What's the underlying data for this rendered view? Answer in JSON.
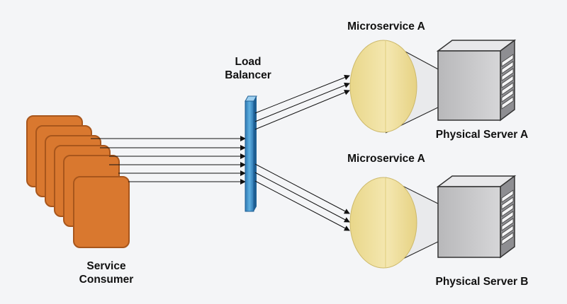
{
  "labels": {
    "consumer_line1": "Service",
    "consumer_line2": "Consumer",
    "lb_line1": "Load",
    "lb_line2": "Balancer",
    "micro_top": "Microservice A",
    "micro_bottom": "Microservice A",
    "server_a": "Physical Server A",
    "server_b": "Physical Server B"
  },
  "colors": {
    "background": "#f4f5f7",
    "consumer_fill": "#d9782f",
    "consumer_stroke": "#a8561c",
    "balancer_fill": "#3e8fc9",
    "microservice_fill": "#f1e3a3",
    "server_fill": "#c9c9cb",
    "arrow": "#111111"
  },
  "icons": {
    "consumer_stack": "stacked-cards-icon",
    "server": "server-rack-icon"
  }
}
